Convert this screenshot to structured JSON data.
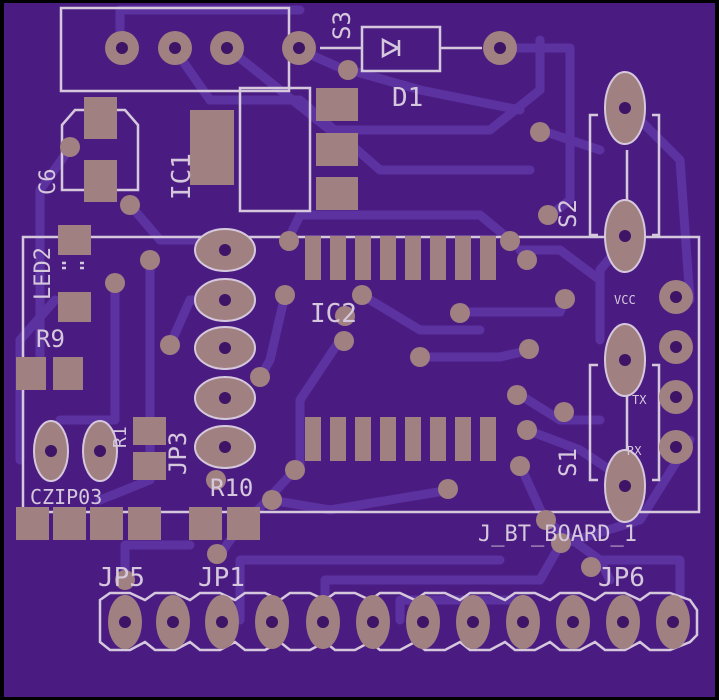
{
  "colors": {
    "outside": "#000000",
    "board": "#4a1c82",
    "trace": "#5c32a0",
    "pad": "#a08080",
    "silk": "#d6c8dc",
    "drill": "#3d1466"
  },
  "labels": {
    "d1": "D1",
    "ic1": "IC1",
    "c6": "C6",
    "led2": "LED2",
    "r9": "R9",
    "ic2": "IC2",
    "jp3": "JP3",
    "r10": "R10",
    "jp5": "JP5",
    "jp1": "JP1",
    "jp6": "JP6",
    "s1": "S1",
    "s2": "S2",
    "s3": "S3",
    "vcc": "VCC",
    "tx": "TX",
    "rx": "RX",
    "czip": "CZIP03",
    "r1": "R1",
    "board_name": "J_BT_BOARD_1"
  }
}
